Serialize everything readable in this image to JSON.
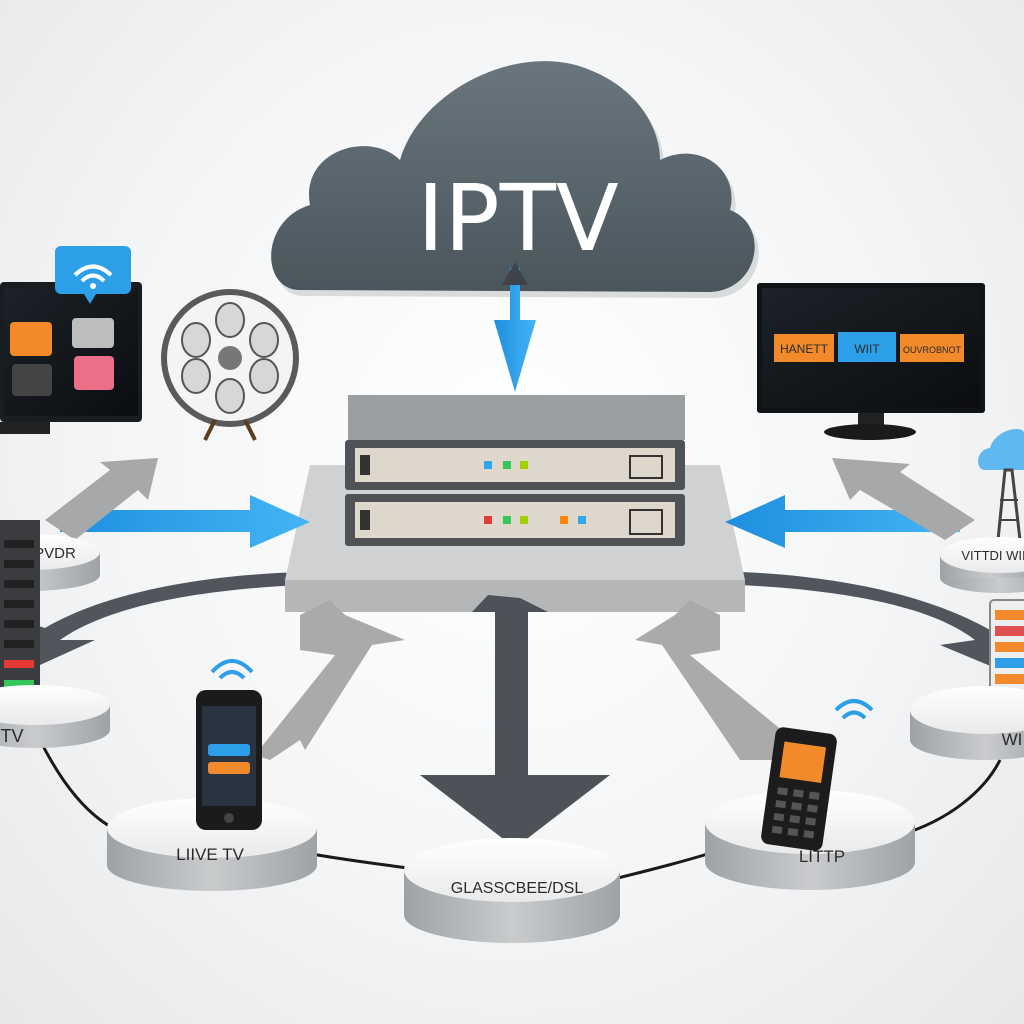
{
  "cloud": {
    "title": "IPTV"
  },
  "tv_right": {
    "buttons": [
      "HANETT",
      "WIIT",
      "OUVROBNOT"
    ]
  },
  "nodes": {
    "left_top": "PVDR",
    "left_bottom": "TV",
    "live_tv": "LIIVE TV",
    "glass": "GLASSCBEE/DSL",
    "litp": "LITTP",
    "right_top": "VITTDI WIIDI",
    "right_bottom": "WI"
  },
  "colors": {
    "cloud": "#55626b",
    "arrow_blue": "#2d9fe8",
    "arrow_gray": "#a9aaab",
    "arrow_dark": "#4d5358",
    "platform": "#dddedf",
    "server": "#5b5d60"
  }
}
